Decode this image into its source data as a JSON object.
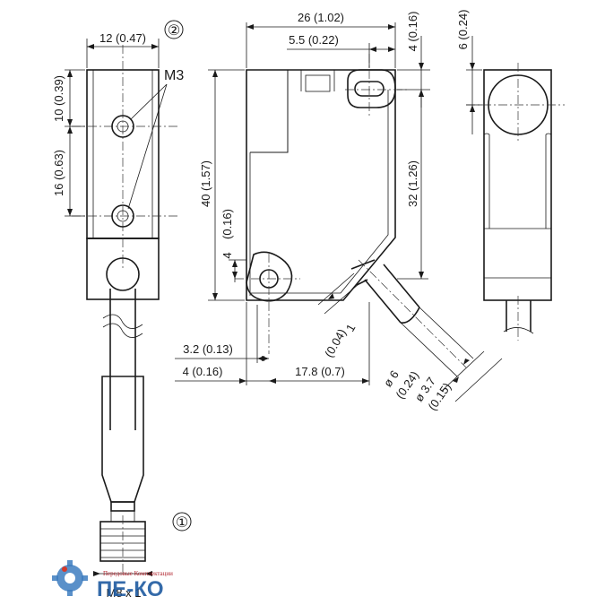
{
  "callouts": {
    "connector": "①",
    "mounting": "②"
  },
  "labels": {
    "thread_m3": "M3",
    "connector_thread": "M8 x 1"
  },
  "dimensions": {
    "w12": "12 (0.47)",
    "v10": "10 (0.39)",
    "v16": "16 (0.63)",
    "w26": "26 (1.02)",
    "w5_5": "5.5 (0.22)",
    "v4_top": "4 (0.16)",
    "v6": "6 (0.24)",
    "v40": "40 (1.57)",
    "v32": "32 (1.26)",
    "v4_side_a": "4",
    "v4_side_b": "(0.16)",
    "one_a": "1",
    "one_b": "(0.04)",
    "w3_2": "3.2 (0.13)",
    "w4": "4 (0.16)",
    "w17_8": "17.8 (0.7)",
    "d6_a": "ø 6",
    "d6_b": "(0.24)",
    "d3_7_a": "ø 3.7",
    "d3_7_b": "(0.15)"
  },
  "watermark": {
    "subtitle": "Передовые Комплектации",
    "brand": "ПЕ-КО"
  },
  "colors": {
    "line": "#1a1a1a",
    "brand_blue": "#1f5aa0",
    "brand_red": "#b0202a",
    "gear": "#3d7cc0"
  }
}
